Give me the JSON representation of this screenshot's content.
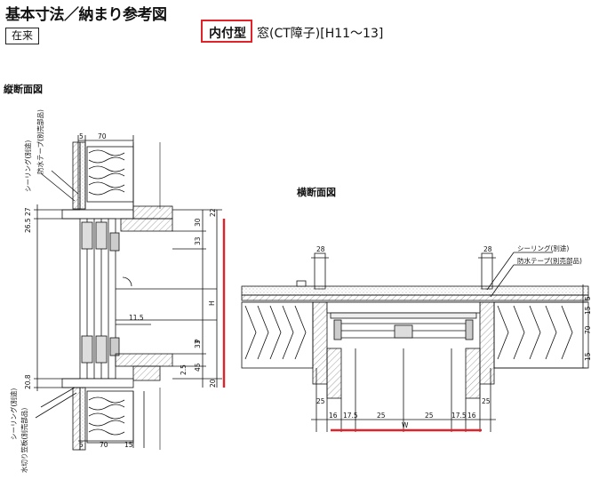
{
  "header": {
    "title": "基本寸法／納まり参考図",
    "construction_badge": "在来",
    "mount_type": "内付型",
    "product_name": "窓(CT障子)[H11〜13]"
  },
  "sections": {
    "vertical_label": "縦断面図",
    "horizontal_label": "横断面図"
  },
  "vertical": {
    "top_dims": [
      "5",
      "70"
    ],
    "bottom_dims": [
      "5",
      "70",
      "15"
    ],
    "left_dims": [
      "26.5",
      "27",
      "20.8"
    ],
    "right_dims": [
      "22",
      "30",
      "33",
      "33",
      "2.5",
      "45",
      "20"
    ],
    "inner_dim": "11.5",
    "height_symbol": "H",
    "p_symbol": "P",
    "callouts_top": [
      "シーリング(別途)",
      "防水テープ(別売部品)"
    ],
    "callouts_bottom": [
      "シーリング(別途)",
      "水切り笠板(別売部品)"
    ]
  },
  "horizontal": {
    "top_dims": [
      "28",
      "28"
    ],
    "left_dims": [
      "25",
      "16"
    ],
    "right_dims": [
      "5",
      "15",
      "70",
      "15",
      "25",
      "16"
    ],
    "bottom_dims": [
      "17.5",
      "25",
      "25",
      "17.5"
    ],
    "width_symbol": "W",
    "callouts": [
      "シーリング(別途)",
      "防水テープ(別売部品)"
    ]
  },
  "colors": {
    "highlight": "#e0232a",
    "line": "#111111",
    "hatch": "#bdbdbd"
  }
}
